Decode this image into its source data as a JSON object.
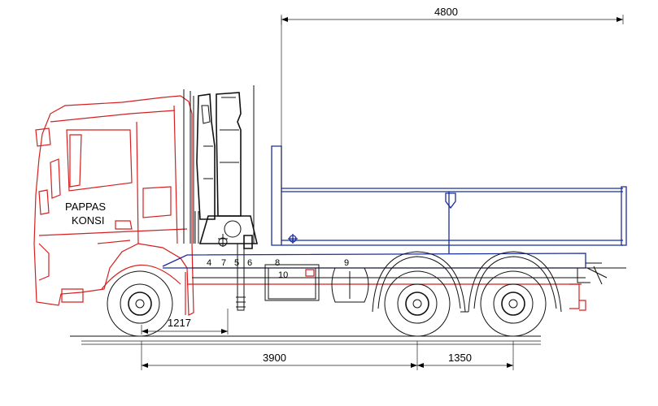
{
  "cab_label": {
    "line1": "PAPPAS",
    "line2": "KONSI"
  },
  "dimensions": {
    "body_length": "4800",
    "front_overhang": "1217",
    "wheelbase": "3900",
    "tandem_spacing": "1350"
  },
  "component_numbers": [
    "4",
    "7",
    "5",
    "6",
    "8",
    "10",
    "9"
  ],
  "colors": {
    "cab": "#d42020",
    "body": "#1b2d9a",
    "chassis": "#111111"
  }
}
